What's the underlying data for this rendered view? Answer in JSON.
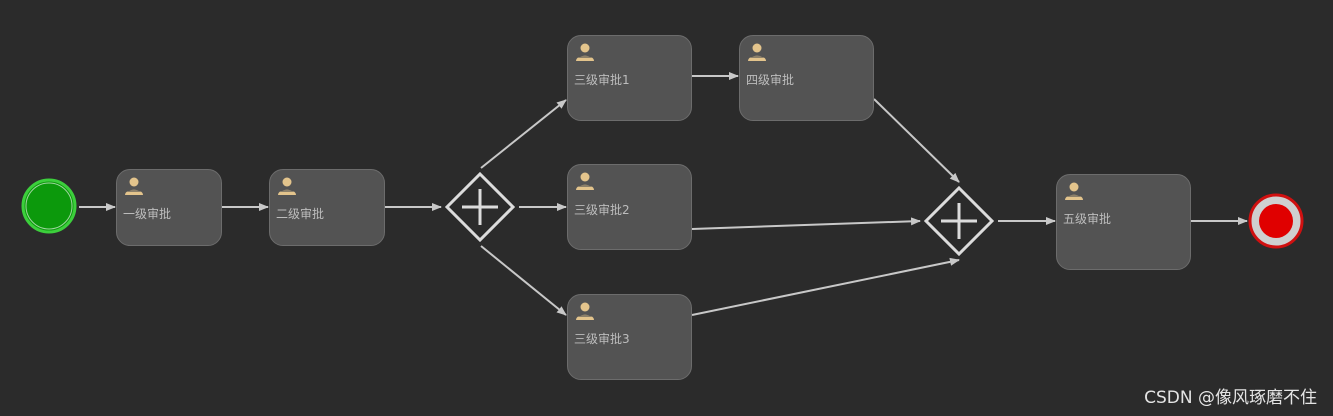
{
  "diagram": {
    "tasks": [
      {
        "id": "t1",
        "label": "一级审批",
        "icon": "user-icon"
      },
      {
        "id": "t2",
        "label": "二级审批",
        "icon": "user-icon"
      },
      {
        "id": "t3a",
        "label": "三级审批1",
        "icon": "user-icon"
      },
      {
        "id": "t4",
        "label": "四级审批",
        "icon": "user-icon"
      },
      {
        "id": "t3b",
        "label": "三级审批2",
        "icon": "user-icon"
      },
      {
        "id": "t3c",
        "label": "三级审批3",
        "icon": "user-icon"
      },
      {
        "id": "t5",
        "label": "五级审批",
        "icon": "user-icon"
      }
    ],
    "gateways": [
      {
        "id": "g1",
        "type": "parallel-split"
      },
      {
        "id": "g2",
        "type": "parallel-join"
      }
    ],
    "events": [
      {
        "id": "start",
        "type": "start"
      },
      {
        "id": "end",
        "type": "end"
      }
    ]
  },
  "colors": {
    "background": "#2b2b2b",
    "task_fill": "#535353",
    "edge": "#c8c8c8",
    "start_event": "#1a9e1a",
    "end_event": "#e00000",
    "user_icon": "#e3c48c"
  },
  "watermark": "CSDN @像风琢磨不住"
}
